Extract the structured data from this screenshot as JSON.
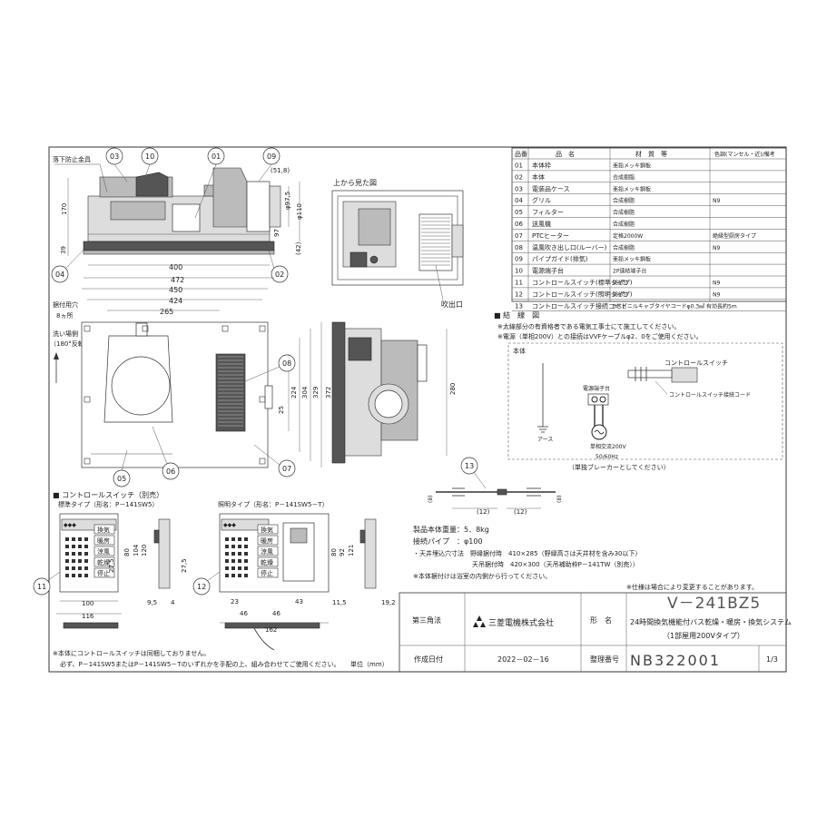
{
  "parts_table": {
    "headers": [
      "品番",
      "品　名",
      "材　質　等",
      "色調(マンセル・近)/備考"
    ],
    "rows": [
      [
        "01",
        "本体枠",
        "亜鉛メッキ鋼板",
        ""
      ],
      [
        "02",
        "本体",
        "合成樹脂",
        ""
      ],
      [
        "03",
        "電装品ケース",
        "亜鉛メッキ鋼板",
        ""
      ],
      [
        "04",
        "グリル",
        "合成樹脂",
        "N9"
      ],
      [
        "05",
        "フィルター",
        "合成樹脂",
        ""
      ],
      [
        "06",
        "送風機",
        "合成樹脂",
        ""
      ],
      [
        "07",
        "PTCヒーター",
        "定格2000W",
        "絶縁型厨房タイプ"
      ],
      [
        "08",
        "温風吹き出し口(ルーバー)",
        "合成樹脂",
        "N9"
      ],
      [
        "09",
        "パイプガイド(排気)",
        "亜鉛メッキ鋼板",
        ""
      ],
      [
        "10",
        "電源端子台",
        "2P速結端子台",
        ""
      ],
      [
        "11",
        "コントロールスイッチ(標準タイプ)",
        "(別売)",
        "N9"
      ],
      [
        "12",
        "コントロールスイッチ(照明タイプ)",
        "(別売)",
        "N9"
      ],
      [
        "13",
        "コントロールスイッチ接続コード",
        "3芯ビニルキャブタイヤコードφ0.3㎟ 有効長約5m",
        ""
      ]
    ]
  },
  "side_view": {
    "callout_fall": "落下防止金具",
    "callouts": [
      "03",
      "10",
      "01",
      "09",
      "04",
      "02"
    ],
    "dims": {
      "h170": "170",
      "h39": "39",
      "w400": "400",
      "w472": "472",
      "d518": "(51,8)",
      "d975": "φ97,5",
      "d110": "φ110",
      "d97": "97",
      "d42": "(42)"
    }
  },
  "top_view": {
    "title": "上から見た図",
    "outlet": "吹出口"
  },
  "bottom_view": {
    "hole_label_1": "据付用穴",
    "hole_label_2": "8ヵ所",
    "wash_label_1": "洗い場側",
    "wash_label_2": "（180°反転可）",
    "dims": {
      "w450": "450",
      "w424": "424",
      "w265": "265",
      "h372": "372",
      "h329": "329",
      "h304": "304",
      "h224": "224",
      "h25": "25",
      "h280": "280"
    },
    "callouts": [
      "08",
      "05",
      "06",
      "07"
    ]
  },
  "wiring": {
    "title": "■ 結　線　図",
    "note1": "※太線部分の有資格者である電気工事士にて施工してください。",
    "note2": "※電源（単相200V）との接続はVVFケーブルφ2．0をご使用ください。",
    "body": "本体",
    "switch": "コントロールスイッチ",
    "cord": "コントロールスイッチ接続コード",
    "terminal": "電源端子台",
    "earth": "アース",
    "power1": "単相交流200V",
    "power2": "50/60Hz",
    "breaker": "（単独ブレーカーとしてください）"
  },
  "cord_detail": {
    "callout": "13",
    "dims": [
      "(8)",
      "(12)",
      "(12)",
      "(8)"
    ]
  },
  "specs": {
    "weight": "製品本体重量：5．8kg",
    "pipe": "接続パイプ　：φ100",
    "ceiling_1": "・天井埋込穴寸法　野縁据付時　410×285（野縁高さは天井材を含み30以下）",
    "ceiling_2": "天吊据付時　420×300（天吊補助枠P－141TW（別売））",
    "ceiling_note": "※本体据付けは浴室の内側から行ってください。",
    "spec_note": "※仕様は場合により変更することがあります。"
  },
  "switch_section": {
    "title": "■ コントロールスイッチ（別売）",
    "std_type": "標準タイプ（形名：P－141SW5）",
    "light_type": "照明タイプ（形名：P－141SW5－T）",
    "std_buttons": [
      "換気",
      "暖房",
      "涼風",
      "乾燥",
      "停止"
    ],
    "light_buttons": [
      "換気",
      "暖房",
      "涼風",
      "乾燥",
      "停止"
    ],
    "dims_std": {
      "w100": "100",
      "w116": "116",
      "h120": "120",
      "h104": "104",
      "h80": "80",
      "h275": "27,5",
      "d95": "9,5",
      "d4": "4"
    },
    "dims_light": {
      "w162": "162",
      "w23": "23",
      "w43": "43",
      "w46a": "46",
      "w46b": "46",
      "h121": "121",
      "h92": "92",
      "h80": "80",
      "h275": "27,5",
      "d115": "11,5",
      "d192": "19,2"
    },
    "callouts": [
      "11",
      "12"
    ],
    "note1": "※本体にコントロールスイッチは同梱しておりません。",
    "note2": "必ず、P－141SW5またはP－141SW5－Tのいずれかを手配の上、組み合わせてご使用ください。",
    "unit": "単位（mm）"
  },
  "title_block": {
    "projection": "第三角法",
    "company": "三菱電機株式会社",
    "model_label": "形　名",
    "model": "V－241BZ5",
    "name_1": "24時間換気機能付バス乾燥・暖房・換気システム",
    "name_2": "（1部屋用200Vタイプ）",
    "date_label": "作成日付",
    "date": "2022－02－16",
    "number_label": "整理番号",
    "number": "NB322001",
    "page": "1/3"
  }
}
